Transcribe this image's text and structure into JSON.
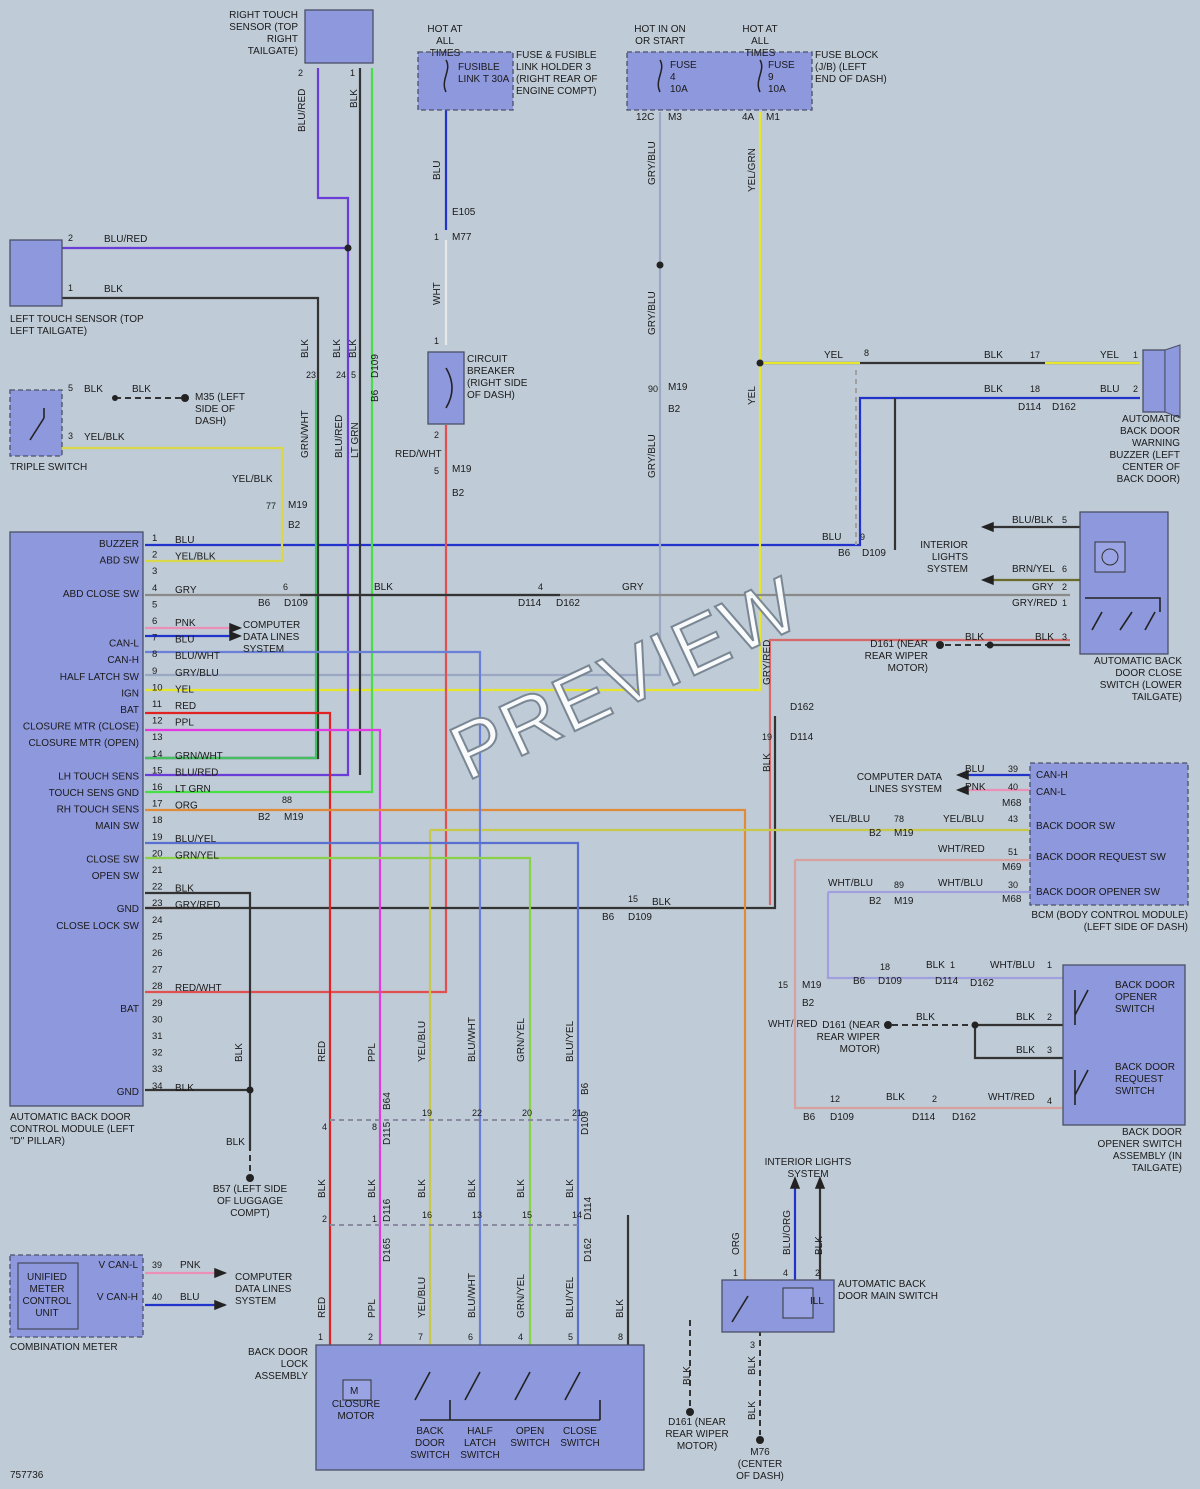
{
  "diagram_id": "757736",
  "watermark": "PREVIEW",
  "colors": {
    "blu": "#2233cc",
    "red": "#e02222",
    "pnk": "#ea8fb6",
    "yel": "#e6e62e",
    "grn": "#2fba3a",
    "ppl": "#e23ae3",
    "org": "#e08a3c",
    "blk": "#333333",
    "gry": "#8a8a8a",
    "blured": "#6a3cd8",
    "grnwht": "#44c060",
    "ltgrn": "#46e046"
  },
  "components": {
    "right_touch": "RIGHT TOUCH SENSOR (TOP RIGHT TAILGATE)",
    "left_touch": "LEFT TOUCH SENSOR (TOP LEFT TAILGATE)",
    "triple": "TRIPLE SWITCH",
    "fusible_link": "FUSIBLE LINK T 30A",
    "fusible_holder": "FUSE & FUSIBLE LINK HOLDER 3 (RIGHT REAR OF ENGINE COMPT)",
    "fuse4": "FUSE 4 10A",
    "fuse9": "FUSE 9 10A",
    "fuse_block": "FUSE BLOCK (J/B) (LEFT END OF DASH)",
    "circuit_breaker": "CIRCUIT BREAKER (RIGHT SIDE OF DASH)",
    "abd_module": "AUTOMATIC BACK DOOR CONTROL MODULE (LEFT \"D\" PILLAR)",
    "buzzer": "AUTOMATIC BACK DOOR WARNING BUZZER (LEFT CENTER OF BACK DOOR)",
    "close_switch": "AUTOMATIC BACK DOOR CLOSE SWITCH (LOWER TAILGATE)",
    "interior_lights": "INTERIOR LIGHTS SYSTEM",
    "interior_lights2": "INTERIOR LIGHTS SYSTEM",
    "computer_data_lines": "COMPUTER DATA LINES SYSTEM",
    "computer_data_lines2": "COMPUTER DATA LINES SYSTEM",
    "computer_data_lines3": "COMPUTER DATA LINES SYSTEM",
    "bcm": "BCM (BODY CONTROL MODULE) (LEFT SIDE OF DASH)",
    "opener_assembly": "BACK DOOR OPENER SWITCH ASSEMBLY (IN TAILGATE)",
    "opener_switch": "BACK DOOR OPENER SWITCH",
    "request_switch": "BACK DOOR REQUEST SWITCH",
    "lock_assembly": "BACK DOOR LOCK ASSEMBLY",
    "closure_motor": "CLOSURE MOTOR",
    "main_switch": "AUTOMATIC BACK DOOR MAIN SWITCH",
    "meter_unit": "UNIFIED METER CONTROL UNIT",
    "combination_meter": "COMBINATION METER",
    "hot_all1": "HOT AT ALL TIMES",
    "hot_on": "HOT IN ON OR START",
    "hot_all2": "HOT AT ALL TIMES",
    "m35": "M35 (LEFT SIDE OF DASH)",
    "d161a": "D161 (NEAR REAR WIPER MOTOR)",
    "d161b": "D161 (NEAR REAR WIPER MOTOR)",
    "d161c": "D161 (NEAR REAR WIPER MOTOR)",
    "b57": "B57 (LEFT SIDE OF LUGGAGE COMPT)",
    "m76": "M76 (CENTER OF DASH)"
  },
  "module_pins": [
    {
      "pin": "1",
      "func": "BUZZER",
      "wire": "BLU"
    },
    {
      "pin": "2",
      "func": "ABD SW",
      "wire": "YEL/BLK"
    },
    {
      "pin": "3",
      "func": "",
      "wire": ""
    },
    {
      "pin": "4",
      "func": "ABD CLOSE SW",
      "wire": "GRY"
    },
    {
      "pin": "5",
      "func": "",
      "wire": ""
    },
    {
      "pin": "6",
      "func": "",
      "wire": "PNK"
    },
    {
      "pin": "7",
      "func": "CAN-L",
      "wire": "BLU"
    },
    {
      "pin": "8",
      "func": "CAN-H",
      "wire": "BLU/WHT"
    },
    {
      "pin": "9",
      "func": "HALF LATCH SW",
      "wire": "GRY/BLU"
    },
    {
      "pin": "10",
      "func": "IGN",
      "wire": "YEL"
    },
    {
      "pin": "11",
      "func": "BAT",
      "wire": "RED"
    },
    {
      "pin": "12",
      "func": "CLOSURE MTR (CLOSE)",
      "wire": "PPL"
    },
    {
      "pin": "13",
      "func": "CLOSURE MTR (OPEN)",
      "wire": ""
    },
    {
      "pin": "14",
      "func": "",
      "wire": "GRN/WHT"
    },
    {
      "pin": "15",
      "func": "LH TOUCH SENS",
      "wire": "BLU/RED"
    },
    {
      "pin": "16",
      "func": "TOUCH SENS GND",
      "wire": "LT GRN"
    },
    {
      "pin": "17",
      "func": "RH TOUCH SENS",
      "wire": "ORG"
    },
    {
      "pin": "18",
      "func": "MAIN SW",
      "wire": ""
    },
    {
      "pin": "19",
      "func": "",
      "wire": "BLU/YEL"
    },
    {
      "pin": "20",
      "func": "CLOSE SW",
      "wire": "GRN/YEL"
    },
    {
      "pin": "21",
      "func": "OPEN SW",
      "wire": ""
    },
    {
      "pin": "22",
      "func": "",
      "wire": "BLK"
    },
    {
      "pin": "23",
      "func": "GND",
      "wire": "GRY/RED"
    },
    {
      "pin": "24",
      "func": "CLOSE LOCK SW",
      "wire": ""
    },
    {
      "pin": "25",
      "func": "",
      "wire": ""
    },
    {
      "pin": "26",
      "func": "",
      "wire": ""
    },
    {
      "pin": "27",
      "func": "",
      "wire": ""
    },
    {
      "pin": "28",
      "func": "",
      "wire": "RED/WHT"
    },
    {
      "pin": "29",
      "func": "BAT",
      "wire": ""
    },
    {
      "pin": "30",
      "func": "",
      "wire": ""
    },
    {
      "pin": "31",
      "func": "",
      "wire": ""
    },
    {
      "pin": "32",
      "func": "",
      "wire": ""
    },
    {
      "pin": "33",
      "func": "",
      "wire": ""
    },
    {
      "pin": "34",
      "func": "GND",
      "wire": "BLK"
    }
  ],
  "labels": {
    "blured": "BLU/RED",
    "blk": "BLK",
    "blu": "BLU",
    "wht": "WHT",
    "redwht": "RED/WHT",
    "yel": "YEL",
    "gryblu": "GRY/BLU",
    "yelgrn": "YEL/GRN",
    "grnwht": "GRN/WHT",
    "ltgrn": "LT GRN",
    "yelblk": "YEL/BLK",
    "gry": "GRY",
    "pnk": "PNK",
    "brnyel": "BRN/YEL",
    "gryred": "GRY/RED",
    "blublk": "BLU/BLK",
    "yelblu": "YEL/BLU",
    "whtred": "WHT/RED",
    "whtblu": "WHT/BLU",
    "bluwht": "BLU/WHT",
    "grnyel": "GRN/YEL",
    "bluyel": "BLU/YEL",
    "red": "RED",
    "ppl": "PPL",
    "org": "ORG",
    "bluorg": "BLU/ORG",
    "whtred2": "WHT/ RED",
    "can_h": "CAN-H",
    "can_l": "CAN-L",
    "bds": "BACK DOOR SW",
    "bdrs": "BACK DOOR REQUEST SW",
    "bdos": "BACK DOOR OPENER SW",
    "vcanl": "V CAN-L",
    "vcanh": "V CAN-H",
    "m": "M",
    "ill": "ILL",
    "back_door_sw": "BACK DOOR SWITCH",
    "half_latch_sw": "HALF LATCH SWITCH",
    "open_sw": "OPEN SWITCH",
    "close_sw": "CLOSE SWITCH"
  },
  "connectors": {
    "e105": "E105",
    "m77": "M77",
    "m19": "M19",
    "b2": "B2",
    "b6": "B6",
    "d109": "D109",
    "d114": "D114",
    "d162": "D162",
    "m1": "M1",
    "m3": "M3",
    "c12c": "12C",
    "c4a": "4A",
    "m68": "M68",
    "m69": "M69",
    "d115": "D115",
    "d116": "D116",
    "b64": "B64",
    "d165": "D165"
  }
}
